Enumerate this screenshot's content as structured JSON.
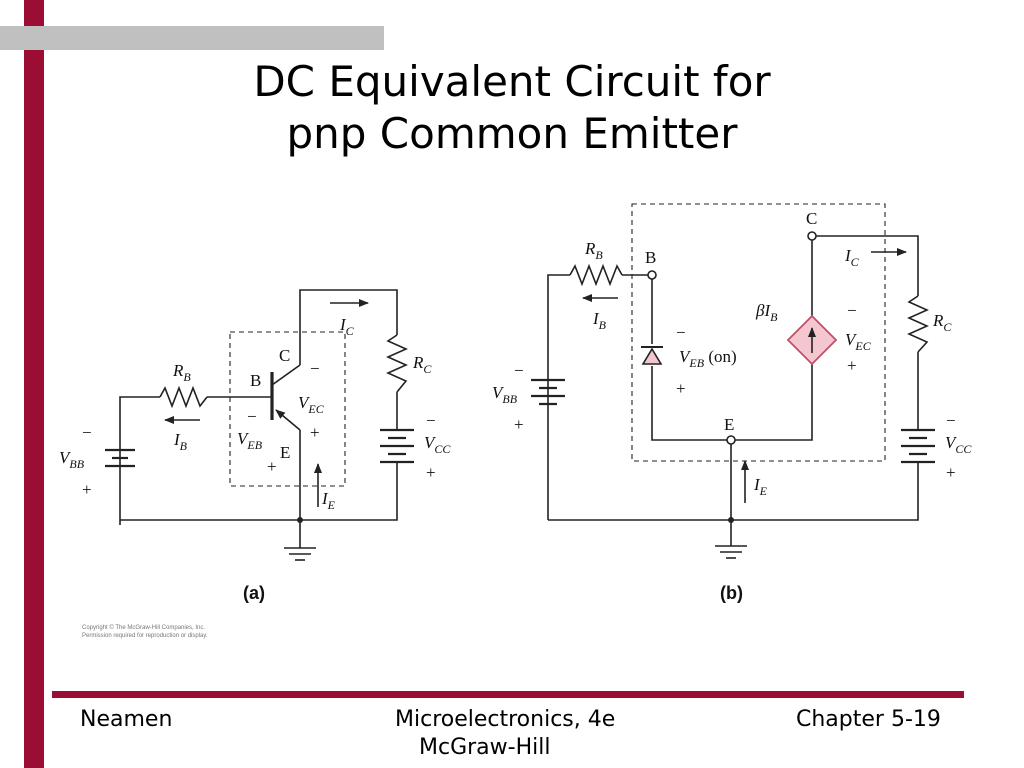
{
  "colors": {
    "accent": "#9b0d33",
    "top_bar": "#c0c0c0",
    "dep_source_fill": "#f4c7d0",
    "dep_source_stroke": "#c0506a"
  },
  "slide": {
    "title_line1": "DC Equivalent Circuit for",
    "title_line2": "pnp Common Emitter"
  },
  "circuit_a": {
    "label": "(a)",
    "rb": "R",
    "rb_sub": "B",
    "rc": "R",
    "rc_sub": "C",
    "vbb": "V",
    "vbb_sub": "BB",
    "vbb_minus": "−",
    "vbb_plus": "+",
    "vcc": "V",
    "vcc_sub": "CC",
    "vcc_minus": "−",
    "vcc_plus": "+",
    "ib": "I",
    "ib_sub": "B",
    "ic": "I",
    "ic_sub": "C",
    "ie": "I",
    "ie_sub": "E",
    "veb": "V",
    "veb_sub": "EB",
    "veb_minus": "−",
    "veb_plus": "+",
    "vec": "V",
    "vec_sub": "EC",
    "vec_minus": "−",
    "vec_plus": "+",
    "node_b": "B",
    "node_c": "C",
    "node_e": "E"
  },
  "circuit_b": {
    "label": "(b)",
    "rb": "R",
    "rb_sub": "B",
    "rc": "R",
    "rc_sub": "C",
    "vbb": "V",
    "vbb_sub": "BB",
    "vbb_minus": "−",
    "vbb_plus": "+",
    "vcc": "V",
    "vcc_sub": "CC",
    "vcc_minus": "−",
    "vcc_plus": "+",
    "ib": "I",
    "ib_sub": "B",
    "ic": "I",
    "ic_sub": "C",
    "ie": "I",
    "ie_sub": "E",
    "veb": "V",
    "veb_sub": "EB",
    "veb_on": " (on)",
    "veb_minus": "−",
    "veb_plus": "+",
    "vec": "V",
    "vec_sub": "EC",
    "vec_minus": "−",
    "vec_plus": "+",
    "beta": "β",
    "beta_i": "I",
    "beta_sub": "B",
    "node_b": "B",
    "node_c": "C",
    "node_e": "E"
  },
  "copyright": {
    "line1": "Copyright © The McGraw-Hill Companies, Inc.",
    "line2": "Permission required for reproduction or display."
  },
  "footer": {
    "author": "Neamen",
    "book": "Microelectronics, 4e",
    "publisher": "McGraw-Hill",
    "chapter": "Chapter 5-19"
  }
}
